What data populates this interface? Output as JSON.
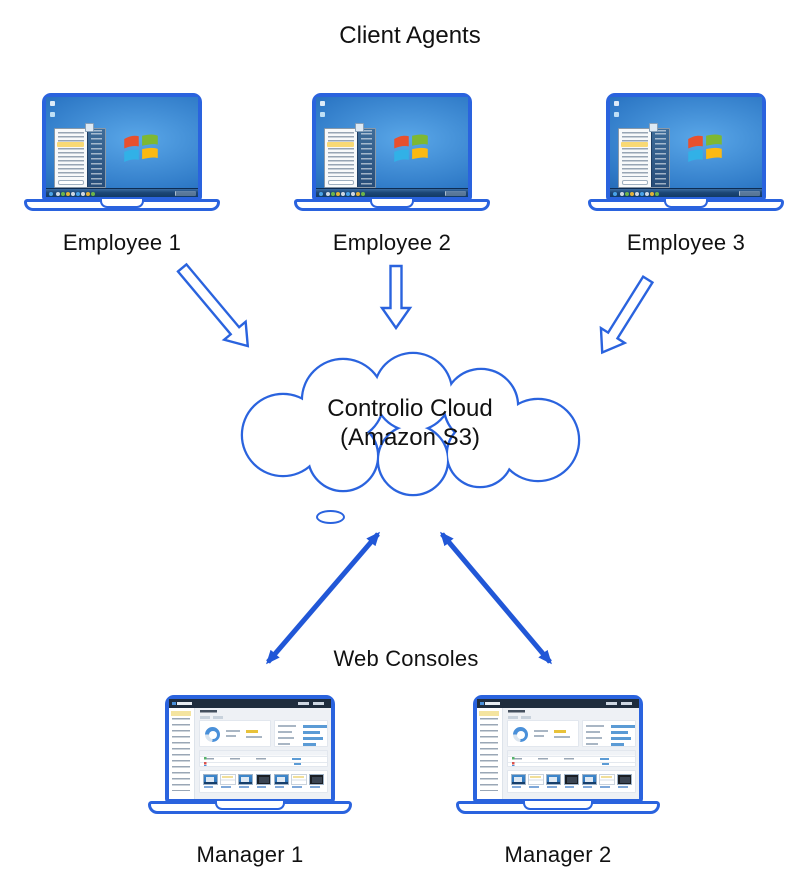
{
  "title": "Client Agents",
  "cloud": {
    "line1": "Controlio Cloud",
    "line2": "(Amazon S3)"
  },
  "consoles_label": "Web Consoles",
  "employees": [
    {
      "label": "Employee 1"
    },
    {
      "label": "Employee 2"
    },
    {
      "label": "Employee 3"
    }
  ],
  "managers": [
    {
      "label": "Manager 1"
    },
    {
      "label": "Manager 2"
    }
  ],
  "colors": {
    "outline_blue": "#2a63de",
    "solid_arrow_blue": "#2157d7",
    "label_text": "#111111",
    "windows_desktop_blue": "#2f7ac7",
    "taskbar_navy": "#173c66",
    "start_menu_highlight": "#f8d974",
    "dashboard_header_navy": "#1f2d3d",
    "dashboard_accent_blue": "#4a90d9",
    "windows_logo_red": "#e8502e",
    "windows_logo_green": "#7eb832",
    "windows_logo_blue": "#31b1e7",
    "windows_logo_yellow": "#fcb913"
  },
  "icons": [
    {
      "name": "laptop-icon",
      "shape": "css-outline-rounded-rect"
    },
    {
      "name": "cloud-icon",
      "shape": "svg-overlapping-circles-outline"
    },
    {
      "name": "block-arrow-down-icon",
      "shape": "svg-hollow-block-arrow"
    },
    {
      "name": "double-headed-arrow-icon",
      "shape": "svg-line-with-two-heads"
    },
    {
      "name": "windows-logo-icon",
      "shape": "svg-four-pane-flag"
    },
    {
      "name": "thought-bubble-dot-icon",
      "shape": "css-ellipse-outline"
    }
  ]
}
